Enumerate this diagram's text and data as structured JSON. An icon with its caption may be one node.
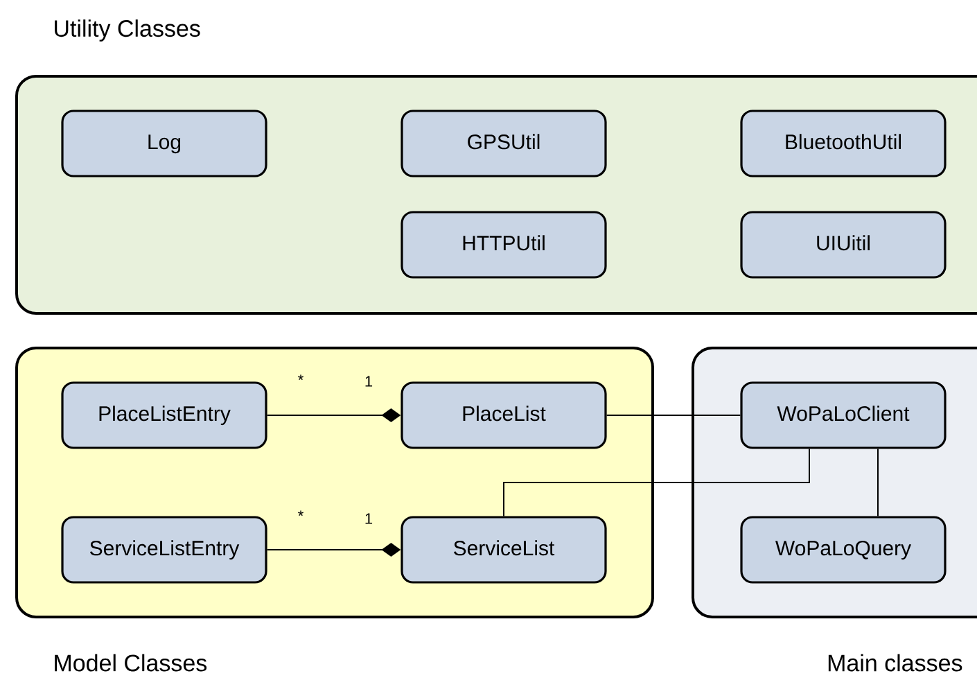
{
  "diagram": {
    "nodes": [
      {
        "text": [
          "Utility Classes"
        ]
      },
      {
        "text": [
          "Log"
        ],
        "in": 0
      },
      {
        "text": [
          "GPSUtil"
        ],
        "in": 0
      },
      {
        "text": [
          "BluetoothUtil"
        ],
        "in": 0
      },
      {
        "text": [
          "HTTPUtil"
        ],
        "in": 0
      },
      {
        "text": [
          "UIUitil"
        ],
        "in": 0
      },
      {
        "text": [
          "Model Classes"
        ]
      },
      {
        "text": [
          "PlaceListEntry"
        ],
        "in": 6
      },
      {
        "text": [
          "PlaceList"
        ],
        "in": 6
      },
      {
        "text": [
          "ServiceListEntry"
        ],
        "in": 6
      },
      {
        "text": [
          "ServiceList"
        ],
        "in": 6
      },
      {
        "text": [
          "Main classes"
        ]
      },
      {
        "text": [
          "WoPaLoClient"
        ],
        "in": 11
      },
      {
        "text": [
          "WoPaLoQuery"
        ],
        "in": 11
      }
    ],
    "edges": [
      {
        "from": 7,
        "to": 8,
        "arrow": "other"
      },
      {
        "from": 9,
        "to": 10,
        "arrow": "other"
      },
      {
        "from": 8,
        "to": 12,
        "arrow": "none"
      },
      {
        "from": 10,
        "to": 12,
        "arrow": "none"
      },
      {
        "from": 12,
        "to": 13,
        "arrow": "none"
      }
    ],
    "labels": [
      "*",
      "1",
      "*",
      "1"
    ]
  }
}
